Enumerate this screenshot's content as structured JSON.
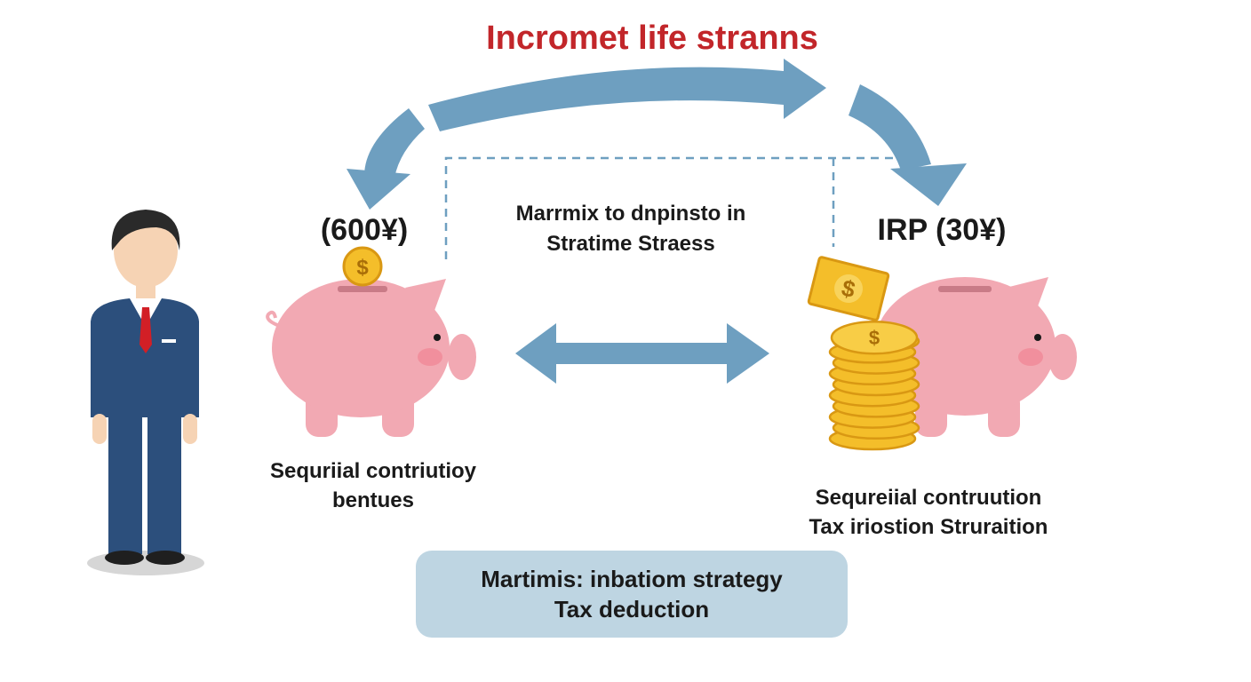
{
  "title": "Incromet life stranns",
  "left_account": {
    "amount_label": "(600¥)",
    "caption_line1": "Sequriial contriutioy",
    "caption_line2": "bentues"
  },
  "center": {
    "line1": "Marrmix to dnpinsto in",
    "line2": "Stratime Straess"
  },
  "right_account": {
    "amount_label": "IRP (30¥)",
    "caption_line1": "Sequreiial contruution",
    "caption_line2": "Tax iriostion Struraition"
  },
  "summary_box": {
    "line1": "Martimis: inbatiom strategy",
    "line2": "Tax deduction"
  },
  "icons": [
    "person-icon",
    "piggy-bank-icon",
    "coin-icon",
    "coin-stack-icon",
    "banknote-icon",
    "arrow-icon"
  ],
  "colors": {
    "title": "#c2262a",
    "arrow": "#6e9fc0",
    "piggy": "#f2a9b3",
    "coin": "#f4be2a",
    "suit": "#2c4f7c",
    "tie": "#d21f26",
    "box": "#bed5e2"
  }
}
